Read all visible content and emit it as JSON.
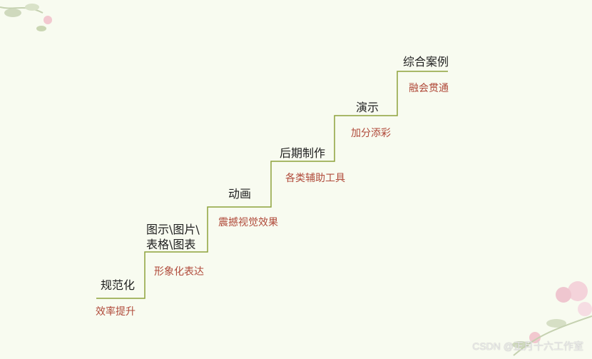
{
  "steps": [
    {
      "title": "规范化",
      "subtitle": "效率提升"
    },
    {
      "title_line1": "图示\\图片\\",
      "title_line2": "表格\\图表",
      "subtitle": "形象化表达"
    },
    {
      "title": "动画",
      "subtitle": "震撼视觉效果"
    },
    {
      "title": "后期制作",
      "subtitle": "各类辅助工具"
    },
    {
      "title": "演示",
      "subtitle": "加分添彩"
    },
    {
      "title": "综合案例",
      "subtitle": "融会贯通"
    }
  ],
  "watermark": "CSDN @正月十六工作室",
  "colors": {
    "line": "#8ea23a",
    "subtitle": "#b04a3a",
    "title": "#1f1f1f",
    "background": "#f8fbf0"
  }
}
